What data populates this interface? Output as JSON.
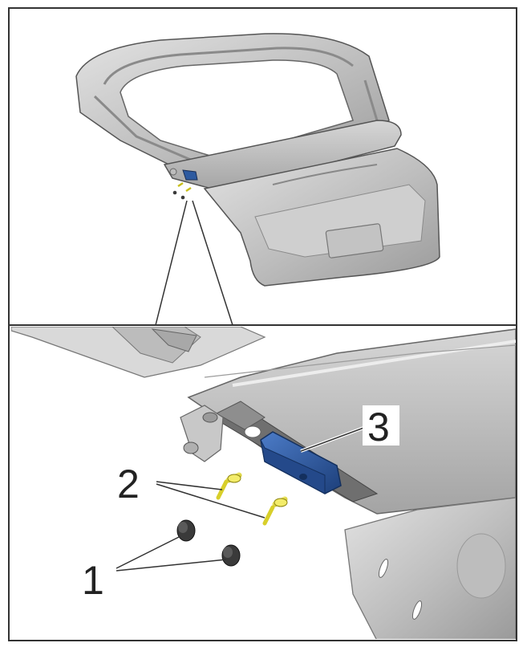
{
  "callouts": {
    "one": "1",
    "two": "2",
    "three": "3"
  },
  "colors": {
    "body_panel": "#c9c9c9",
    "panel_shade": "#a9a9a9",
    "panel_dark": "#7d7d7d",
    "bracket_blue": "#2d5aa0",
    "bolt_yellow": "#e9e23a",
    "cap_dark": "#3a3a3a",
    "outline": "#333333"
  },
  "icons": {
    "bracket": "stop-bracket-icon",
    "bolt": "bolt-icon",
    "cap": "cover-cap-icon"
  }
}
